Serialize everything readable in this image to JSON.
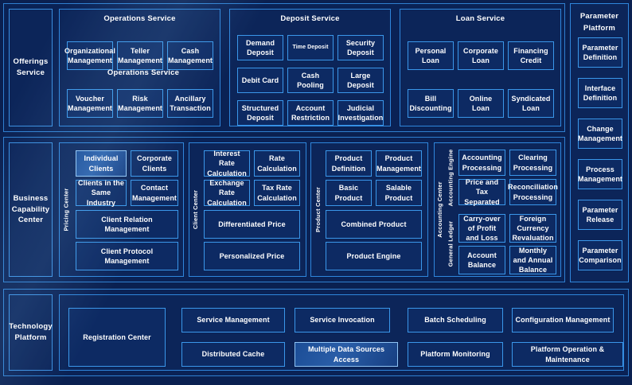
{
  "layers": [
    {
      "key": "offerings",
      "label": "Offerings\nService"
    },
    {
      "key": "business",
      "label": "Business\nCapability\nCenter"
    },
    {
      "key": "technology",
      "label": "Technology\nPlatform"
    }
  ],
  "offerings_service": {
    "label": "Offerings Service",
    "duplicate_label": "Operations Service",
    "groups": [
      {
        "title": "Operations Service",
        "cells": [
          "Organizational Management",
          "Teller Management",
          "Cash Management",
          "Voucher Management",
          "Risk Management",
          "Ancillary Transaction"
        ]
      },
      {
        "title": "Deposit Service",
        "cells": [
          "Demand Deposit",
          "Time Deposit",
          "Security Deposit",
          "Debit Card",
          "Cash Pooling",
          "Large Deposit",
          "Structured Deposit",
          "Account Restriction",
          "Judicial Investigation"
        ]
      },
      {
        "title": "Loan Service",
        "cells": [
          "Personal Loan",
          "Corporate Loan",
          "Financing Credit",
          "Bill Discounting",
          "Online Loan",
          "Syndicated Loan"
        ]
      }
    ]
  },
  "parameter_platform": {
    "title": "Parameter Platform",
    "cells": [
      "Parameter Definition",
      "Interface Definition",
      "Change Management",
      "Process Management",
      "Parameter Release",
      "Parameter Comparison"
    ]
  },
  "business_capability_center": {
    "label": "Business Capability Center",
    "groups": [
      {
        "vertical_label": "Pricing Center",
        "cells": [
          "Individual Clients",
          "Corporate Clients",
          "Clients in the Same Industry",
          "Contact Management",
          "Client Relation Management",
          "Client Protocol Management"
        ]
      },
      {
        "vertical_label": "Client Center",
        "cells": [
          "Interest Rate Calculation",
          "Rate Calculation",
          "Exchange Rate Calculation",
          "Tax Rate Calculation",
          "Differentiated Price",
          "Personalized Price"
        ]
      },
      {
        "vertical_label": "Product Center",
        "cells": [
          "Product Definition",
          "Product Management",
          "Basic Product",
          "Salable Product",
          "Combined Product",
          "Product Engine"
        ]
      },
      {
        "vertical_label": "Accounting Center",
        "subgroups": [
          {
            "vertical_label": "Accounting Engine",
            "cells": [
              "Accounting Processing",
              "Clearing Processing",
              "Price and Tax Separated",
              "Reconciliation Processing"
            ]
          },
          {
            "vertical_label": "General Ledger",
            "cells": [
              "Carry-over of Profit and Loss",
              "Foreign Currency Revaluation",
              "Account Balance",
              "Monthly and Annual Balance"
            ]
          }
        ]
      }
    ]
  },
  "technology_platform": {
    "label": "Technology Platform",
    "feature_cell": "Registration Center",
    "cells": [
      "Service Management",
      "Service Invocation",
      "Batch Scheduling",
      "Configuration Management",
      "Distributed Cache",
      "Multiple Data Sources Access",
      "Platform Monitoring",
      "Platform Operation & Maintenance"
    ]
  },
  "colors": {
    "background": "#0a2050",
    "panel": "#0c2559",
    "cell": "#0d2a63",
    "border_bright": "#3a97ea",
    "border_mid": "#2f86dc",
    "text": "#ffffff",
    "highlight": "#2a5ea8"
  }
}
